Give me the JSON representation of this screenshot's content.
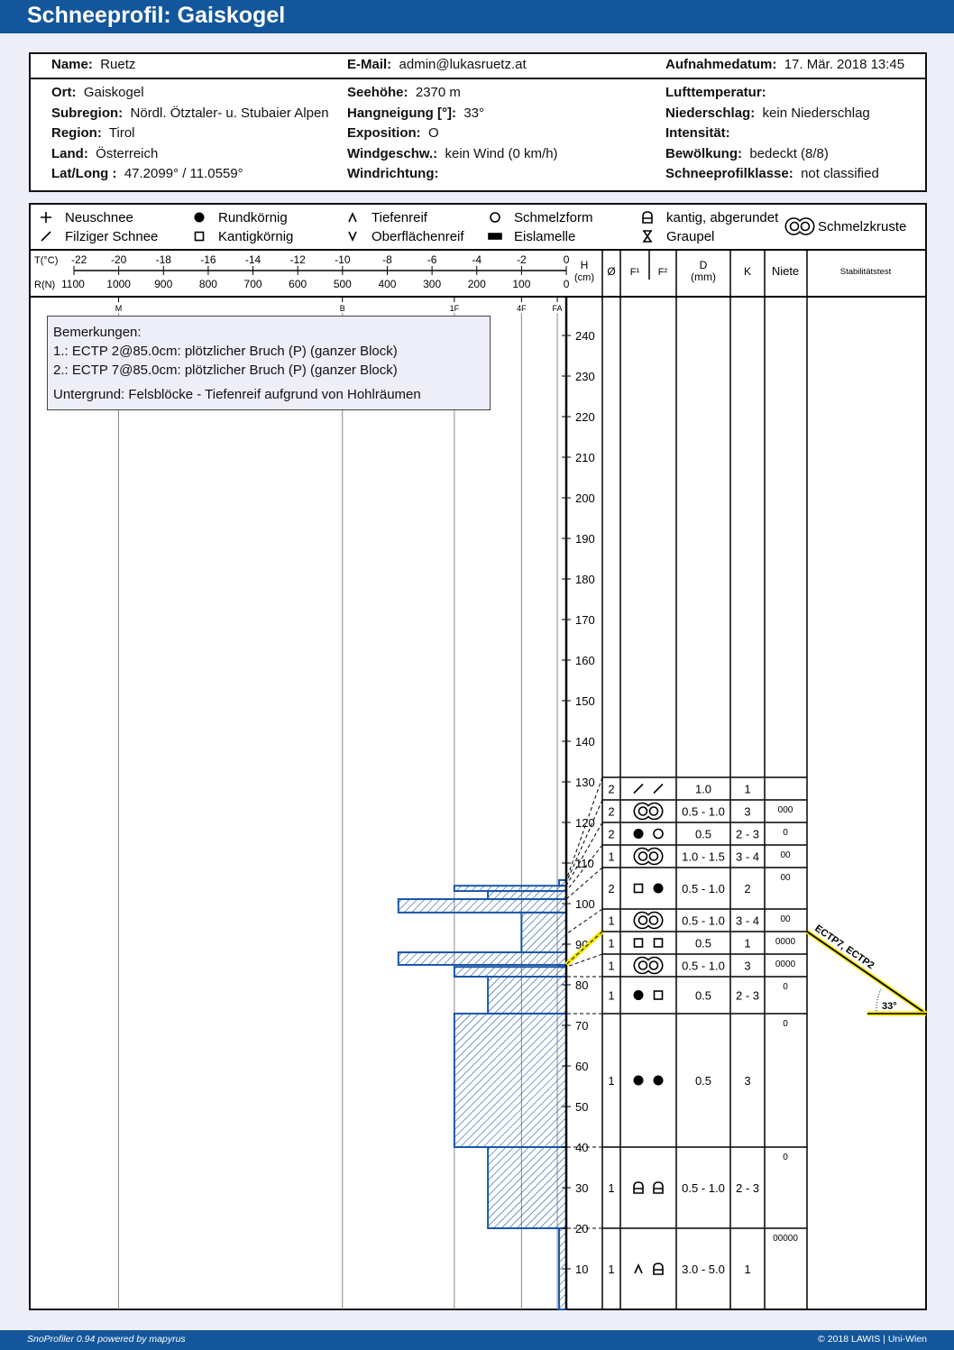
{
  "title": "Schneeprofil: Gaiskogel",
  "info": {
    "name_label": "Name:",
    "name": "Ruetz",
    "email_label": "E-Mail:",
    "email": "admin@lukasruetz.at",
    "date_label": "Aufnahmedatum:",
    "date": "17. Mär. 2018 13:45",
    "left": [
      {
        "label": "Ort:",
        "value": "Gaiskogel"
      },
      {
        "label": "Subregion:",
        "value": "Nördl. Ötztaler- u. Stubaier Alpen"
      },
      {
        "label": "Region:",
        "value": "Tirol"
      },
      {
        "label": "Land:",
        "value": "Österreich"
      },
      {
        "label": "Lat/Long :",
        "value": "47.2099° / 11.0559°"
      }
    ],
    "mid": [
      {
        "label": "Seehöhe:",
        "value": "2370 m"
      },
      {
        "label": "Hangneigung [°]:",
        "value": "33°"
      },
      {
        "label": "Exposition:",
        "value": "O"
      },
      {
        "label": "Windgeschw.:",
        "value": "kein Wind (0 km/h)"
      },
      {
        "label": "Windrichtung:",
        "value": ""
      }
    ],
    "right": [
      {
        "label": "Lufttemperatur:",
        "value": ""
      },
      {
        "label": "Niederschlag:",
        "value": "kein Niederschlag"
      },
      {
        "label": "Intensität:",
        "value": ""
      },
      {
        "label": "Bewölkung:",
        "value": "bedeckt (8/8)"
      },
      {
        "label": "Schneeprofilklasse:",
        "value": "not classified"
      }
    ]
  },
  "legend": [
    {
      "symbol": "newsnow",
      "label": "Neuschnee"
    },
    {
      "symbol": "decomposed",
      "label": "Filziger Schnee"
    },
    {
      "symbol": "round",
      "label": "Rundkörnig"
    },
    {
      "symbol": "facet",
      "label": "Kantigkörnig"
    },
    {
      "symbol": "depth",
      "label": "Tiefenreif"
    },
    {
      "symbol": "surface",
      "label": "Oberflächenreif"
    },
    {
      "symbol": "melt",
      "label": "Schmelzform"
    },
    {
      "symbol": "ice",
      "label": "Eislamelle"
    },
    {
      "symbol": "mixed",
      "label": "kantig, abgerundet"
    },
    {
      "symbol": "graupel",
      "label": "Graupel"
    },
    {
      "symbol": "crust",
      "label": "Schmelzkruste"
    }
  ],
  "scale": {
    "t_label": "T(°C)",
    "t_ticks": [
      "-22",
      "-20",
      "-18",
      "-16",
      "-14",
      "-12",
      "-10",
      "-8",
      "-6",
      "-4",
      "-2",
      "0"
    ],
    "r_label": "R(N)",
    "r_ticks": [
      "1100",
      "1000",
      "900",
      "800",
      "700",
      "600",
      "500",
      "400",
      "300",
      "200",
      "100",
      "0"
    ],
    "h_label": "H",
    "h_unit": "(cm)",
    "columns": {
      "diam": "Ø",
      "f1": "F¹",
      "f2": "F²",
      "d": "D",
      "d_unit": "(mm)",
      "k": "K",
      "niete": "Niete",
      "stab": "Stabilitätstest"
    },
    "hardness_marks": [
      {
        "label": "M",
        "n": 1000
      },
      {
        "label": "B",
        "n": 500
      },
      {
        "label": "1F",
        "n": 250
      },
      {
        "label": "4F",
        "n": 100
      },
      {
        "label": "FA",
        "n": 20
      }
    ]
  },
  "remarks": {
    "title": "Bemerkungen:",
    "lines": [
      "1.: ECTP 2@85.0cm: plötzlicher Bruch (P) (ganzer Block)",
      "2.: ECTP 7@85.0cm: plötzlicher Bruch (P) (ganzer Block)"
    ],
    "ground": "Untergrund: Felsblöcke - Tiefenreif aufgrund von Hohlräumen"
  },
  "chart_data": {
    "type": "bar",
    "title": "Schneeprofil Härteprofil",
    "ylabel": "H (cm)",
    "xlabel": "R(N)",
    "ylim": [
      0,
      250
    ],
    "xlim": [
      1100,
      0
    ],
    "height_ticks": [
      10,
      20,
      30,
      40,
      50,
      60,
      70,
      80,
      90,
      100,
      110,
      120,
      130,
      140,
      150,
      160,
      170,
      180,
      190,
      200,
      210,
      220,
      230,
      240
    ],
    "layers": [
      {
        "top": 105.8,
        "bottom": 104.4,
        "hardness": 16
      },
      {
        "top": 104.4,
        "bottom": 103.1,
        "hardness": 250
      },
      {
        "top": 103.1,
        "bottom": 101.1,
        "hardness": 175
      },
      {
        "top": 101.1,
        "bottom": 97.8,
        "hardness": 375
      },
      {
        "top": 97.8,
        "bottom": 88.0,
        "hardness": 100
      },
      {
        "top": 88.0,
        "bottom": 84.9,
        "hardness": 375
      },
      {
        "top": 84.9,
        "bottom": 84.4,
        "hardness": 16
      },
      {
        "top": 84.4,
        "bottom": 82.0,
        "hardness": 250
      },
      {
        "top": 82.0,
        "bottom": 72.9,
        "hardness": 175
      },
      {
        "top": 72.9,
        "bottom": 40.0,
        "hardness": 250
      },
      {
        "top": 40.0,
        "bottom": 20.0,
        "hardness": 175
      },
      {
        "top": 20.0,
        "bottom": 0.0,
        "hardness": 16
      }
    ],
    "row_boundaries": [
      105.8,
      105.2,
      104.4,
      103.1,
      101.1,
      92.5,
      85.0,
      84.4,
      82.0,
      72.9,
      40.0,
      20.0,
      0.0
    ],
    "weak_layer": 85.0
  },
  "table": [
    {
      "diam": "2",
      "f1": "decomposed",
      "f2": "decomposed",
      "d": "1.0",
      "k": "1",
      "niete": ""
    },
    {
      "diam": "2",
      "f1": "crust",
      "f2": "",
      "d": "0.5 - 1.0",
      "k": "3",
      "niete": "000"
    },
    {
      "diam": "2",
      "f1": "round",
      "f2": "melt",
      "d": "0.5",
      "k": "2 - 3",
      "niete": "0"
    },
    {
      "diam": "1",
      "f1": "crust",
      "f2": "",
      "d": "1.0 - 1.5",
      "k": "3 - 4",
      "niete": "00"
    },
    {
      "diam": "2",
      "f1": "facet",
      "f2": "round",
      "d": "0.5 - 1.0",
      "k": "2",
      "niete": "00"
    },
    {
      "diam": "1",
      "f1": "crust",
      "f2": "",
      "d": "0.5 - 1.0",
      "k": "3 - 4",
      "niete": "00"
    },
    {
      "diam": "1",
      "f1": "facet",
      "f2": "facet",
      "d": "0.5",
      "k": "1",
      "niete": "0000"
    },
    {
      "diam": "1",
      "f1": "crust",
      "f2": "",
      "d": "0.5 - 1.0",
      "k": "3",
      "niete": "0000"
    },
    {
      "diam": "1",
      "f1": "round",
      "f2": "facet",
      "d": "0.5",
      "k": "2 - 3",
      "niete": "0"
    },
    {
      "diam": "1",
      "f1": "round",
      "f2": "round",
      "d": "0.5",
      "k": "3",
      "niete": "0"
    },
    {
      "diam": "1",
      "f1": "mixed",
      "f2": "mixed",
      "d": "0.5 - 1.0",
      "k": "2 - 3",
      "niete": "0"
    },
    {
      "diam": "1",
      "f1": "depth",
      "f2": "mixed",
      "d": "3.0 - 5.0",
      "k": "1",
      "niete": "00000"
    }
  ],
  "stability": {
    "label": "ECTP7, ECTP2",
    "angle": "33°"
  },
  "footer": {
    "left": "SnoProfiler 0.94 powered by mapyrus",
    "right": "© 2018 LAWIS | Uni-Wien"
  },
  "colors": {
    "brand": "#13569b",
    "profile": "#1a56a8",
    "weak": "#f2e600",
    "background": "#eeeef9"
  }
}
